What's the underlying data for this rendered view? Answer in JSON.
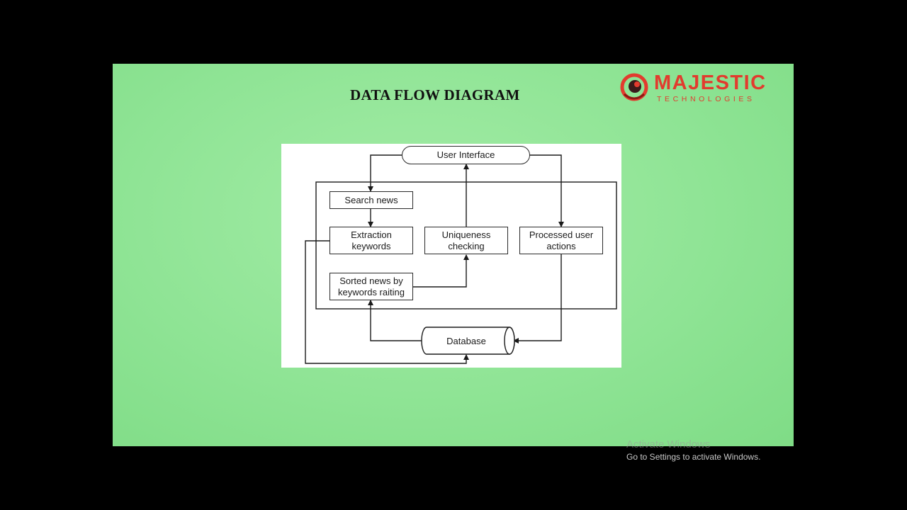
{
  "slide": {
    "title": "DATA FLOW DIAGRAM",
    "logo": {
      "name": "MAJESTIC",
      "subtitle": "TECHNOLOGIES",
      "color": "#e23b2e"
    }
  },
  "diagram": {
    "nodes": {
      "user_interface": "User Interface",
      "search_news": "Search news",
      "extraction_keywords": "Extraction\nkeywords",
      "uniqueness_checking": "Uniqueness\nchecking",
      "processed_user_actions": "Processed user\nactions",
      "sorted_news": "Sorted news by\nkeywords raiting",
      "database": "Database"
    }
  },
  "watermark": {
    "title": "Activate Windows",
    "subtitle": "Go to Settings to activate Windows."
  }
}
